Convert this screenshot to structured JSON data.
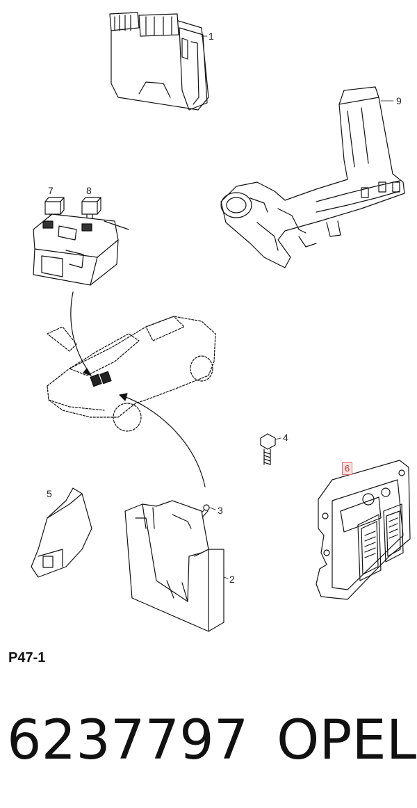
{
  "diagram": {
    "callouts": [
      {
        "id": "1",
        "label": "1"
      },
      {
        "id": "2",
        "label": "2"
      },
      {
        "id": "3",
        "label": "3"
      },
      {
        "id": "4",
        "label": "4"
      },
      {
        "id": "5",
        "label": "5"
      },
      {
        "id": "6",
        "label": "6"
      },
      {
        "id": "7",
        "label": "7"
      },
      {
        "id": "8",
        "label": "8"
      },
      {
        "id": "9",
        "label": "9"
      }
    ],
    "highlighted_callout": "6"
  },
  "footer": {
    "code": "P47-1",
    "part_number": "6237797",
    "brand": "OPEL"
  }
}
